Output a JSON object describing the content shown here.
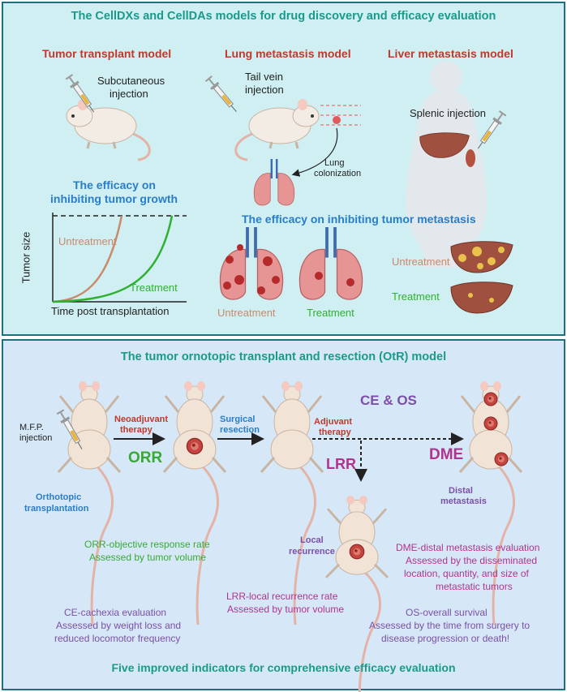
{
  "top": {
    "title": "The CellDXs and CellDAs models for drug discovery and efficacy evaluation",
    "tumor_transplant": {
      "heading": "Tumor transplant model",
      "injection_line1": "Subcutaneous",
      "injection_line2": "injection"
    },
    "lung_metastasis": {
      "heading": "Lung metastasis model",
      "injection_line1": "Tail vein",
      "injection_line2": "injection",
      "colonization_line1": "Lung",
      "colonization_line2": "colonization"
    },
    "liver_metastasis": {
      "heading": "Liver metastasis model",
      "injection": "Splenic injection"
    },
    "growth_efficacy": {
      "heading_line1": "The efficacy on",
      "heading_line2": "inhibiting tumor growth",
      "ylabel": "Tumor size",
      "xlabel": "Time post transplantation",
      "untreatment": "Untreatment",
      "treatment": "Treatment"
    },
    "metastasis_efficacy": {
      "heading": "The efficacy on inhibiting tumor metastasis",
      "lung_untreatment": "Untreatment",
      "lung_treatment": "Treatment",
      "liver_untreatment": "Untreatment",
      "liver_treatment": "Treatment"
    }
  },
  "bottom": {
    "title": "The tumor ornotopic transplant and resection (OtR) model",
    "mfp_line1": "M.F.P.",
    "mfp_line2": "injection",
    "orthotopic_line1": "Orthotopic",
    "orthotopic_line2": "transplantation",
    "neoadjuvant_line1": "Neoadjuvant",
    "neoadjuvant_line2": "therapy",
    "surgical_line1": "Surgical",
    "surgical_line2": "resection",
    "adjuvant_line1": "Adjuvant",
    "adjuvant_line2": "therapy",
    "orr": "ORR",
    "lrr": "LRR",
    "ce_os": "CE & OS",
    "dme": "DME",
    "distal_line1": "Distal",
    "distal_line2": "metastasis",
    "local_line1": "Local",
    "local_line2": "recurrence",
    "orr_desc_line1": "ORR-objective response rate",
    "orr_desc_line2": "Assessed by tumor volume",
    "dme_desc_line1": "DME-distal metastasis evaluation",
    "dme_desc_line2": "Assessed by the disseminated",
    "dme_desc_line3": "location, quantity, and size of",
    "dme_desc_line4": "metastatic tumors",
    "lrr_desc_line1": "LRR-local recurrence rate",
    "lrr_desc_line2": "Assessed by tumor volume",
    "ce_desc_line1": "CE-cachexia evaluation",
    "ce_desc_line2": "Assessed by weight loss and",
    "ce_desc_line3": "reduced locomotor frequency",
    "os_desc_line1": "OS-overall survival",
    "os_desc_line2": "Assessed by the time from surgery to",
    "os_desc_line3": "disease progression or death!",
    "footer": "Five improved indicators for comprehensive efficacy evaluation"
  },
  "colors": {
    "teal": "#1a9a8a",
    "red": "#c0392b",
    "blue": "#2a7dc9",
    "green": "#39a935",
    "purple": "#7b4fa8",
    "magenta": "#b0338f",
    "untreat_curve": "#c98a6a",
    "treat_curve": "#2fb12f",
    "liver": "#a0503e",
    "tumor": "#b52a2a"
  },
  "icons": [
    "syringe-icon",
    "mouse-icon",
    "lung-icon",
    "liver-icon",
    "tumor-icon",
    "arrow-icon"
  ]
}
